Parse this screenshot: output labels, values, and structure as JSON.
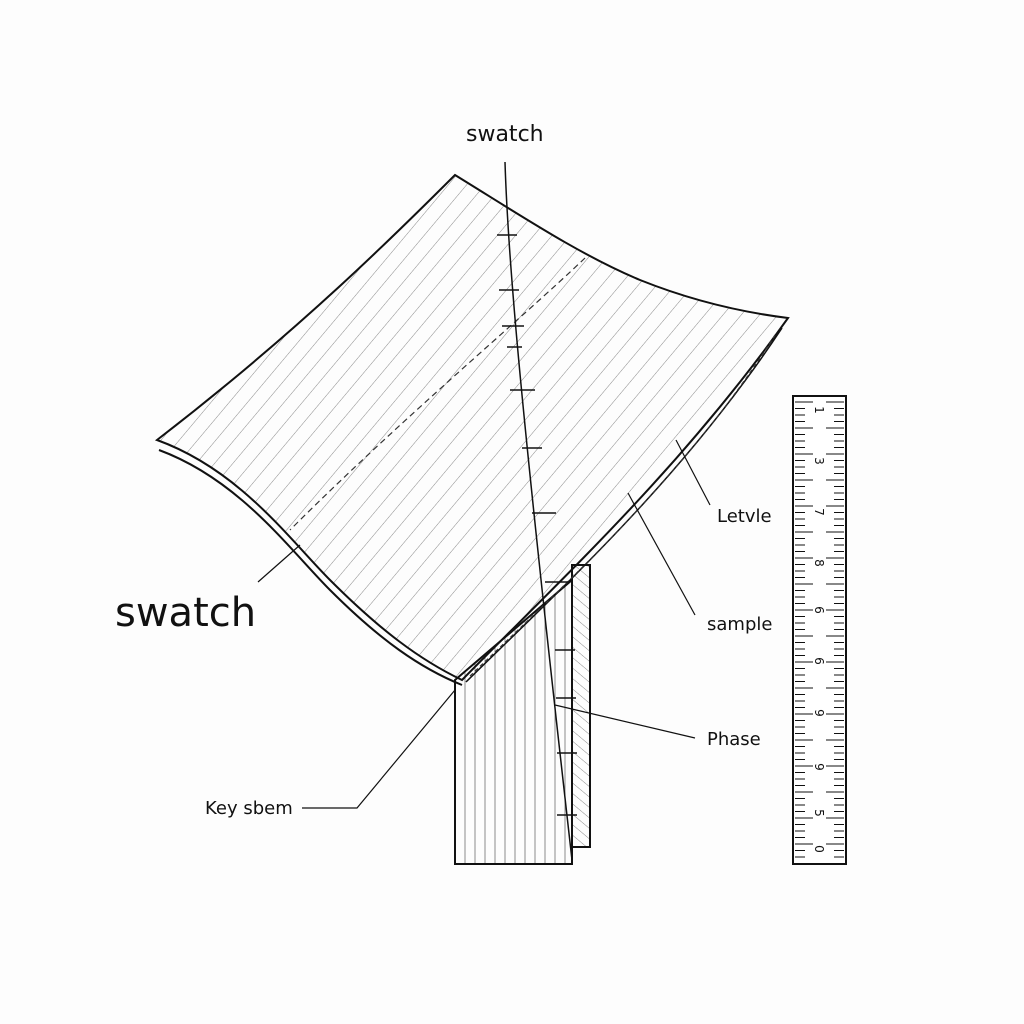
{
  "diagram": {
    "labels": {
      "top": "swatch",
      "left_large": "swatch",
      "right_1": "Letvle",
      "right_2": "sample",
      "right_3": "Phase",
      "bottom_left": "Key sbem"
    },
    "ruler": {
      "numbers": [
        "1",
        "3",
        "7",
        "8",
        "6",
        "6",
        "9",
        "9",
        "5",
        "0"
      ]
    },
    "colors": {
      "ink": "#111111",
      "hatch": "#7a7a7a",
      "background": "#fdfdfd"
    }
  }
}
